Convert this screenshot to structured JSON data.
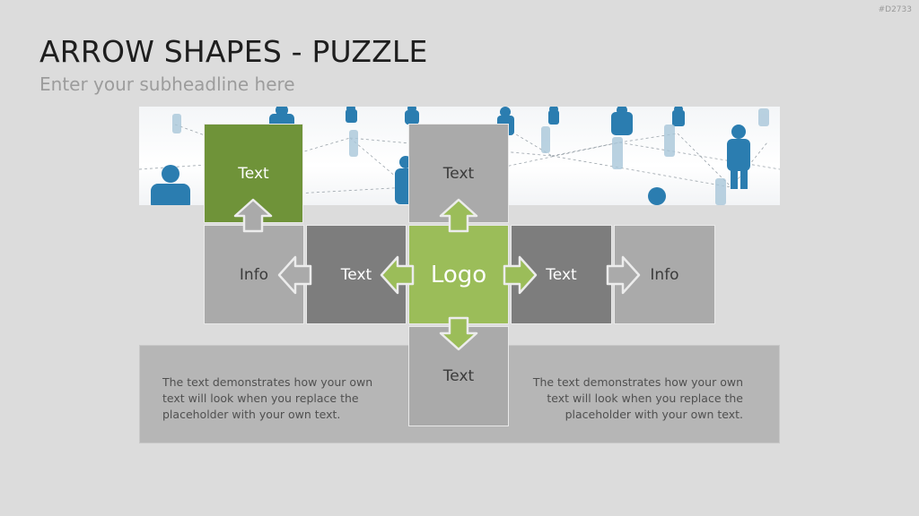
{
  "slide": {
    "id_label": "#D2733",
    "title": "ARROW SHAPES - PUZZLE",
    "subtitle": "Enter your subheadline here"
  },
  "diagram": {
    "top_left": "Text",
    "top_center": "Text",
    "left_info": "Info",
    "left_text": "Text",
    "center": "Logo",
    "right_text": "Text",
    "right_info": "Info",
    "bottom_center": "Text"
  },
  "paragraphs": {
    "left": "The text demonstrates how your own text will look when you replace the placeholder with your own text.",
    "right": "The text demonstrates how your own text will look when you replace the placeholder with your own text."
  },
  "colors": {
    "background": "#dcdcdc",
    "dark_green": "#6f9339",
    "light_green": "#9bbd59",
    "gray_light": "#aaaaaa",
    "gray_mid": "#7d7d7d"
  },
  "icons": [
    "people-network-image",
    "arrow-icon"
  ]
}
